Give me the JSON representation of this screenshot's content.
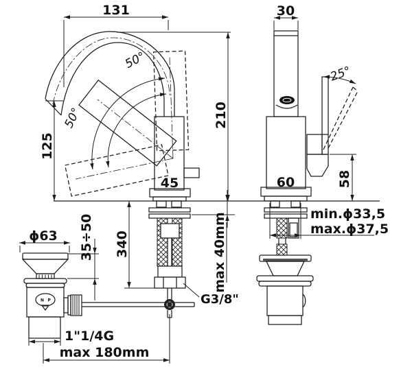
{
  "colors": {
    "ink": "#1c1c1c",
    "background": "#ffffff"
  },
  "front_view": {
    "spout_reach": "131",
    "total_height": "210",
    "spout_height": "125",
    "body_width": "45",
    "swivel_angle_upper": "50°",
    "swivel_angle_lower": "50°"
  },
  "side_view": {
    "spout_depth": "30",
    "body_depth": "60",
    "handle_height": "58",
    "handle_angle": "25°"
  },
  "installation": {
    "max_deck_thickness": "max 40mm",
    "hose_drop": "340",
    "mount_hole_min": "min.ϕ33,5",
    "mount_hole_max": "max.ϕ37,5",
    "hose_thread": "G3/8\""
  },
  "drain": {
    "cap_diameter": "ϕ63",
    "height_range": "35÷50",
    "tail_thread": "1\"1/4G",
    "rod_reach": "max 180mm",
    "logo_left": "N",
    "logo_right": "P"
  }
}
